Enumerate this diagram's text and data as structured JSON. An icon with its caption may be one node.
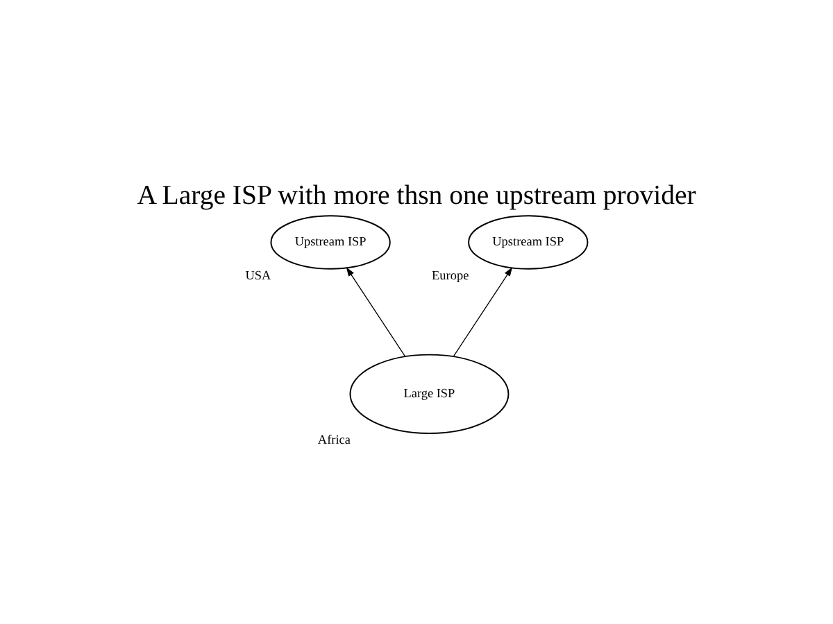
{
  "diagram": {
    "title": "A Large ISP with more thsn one upstream provider",
    "nodes": [
      {
        "text": [
          "Upstream ISP"
        ],
        "beside": [
          "USA"
        ]
      },
      {
        "text": [
          "Upstream ISP"
        ],
        "beside": [
          "Europe"
        ]
      },
      {
        "text": [
          "Large ISP"
        ],
        "beside": [
          "Africa"
        ]
      }
    ],
    "edges": [
      {
        "from": 2,
        "to": 0,
        "arrow": "to"
      },
      {
        "from": 2,
        "to": 1,
        "arrow": "to"
      }
    ]
  }
}
